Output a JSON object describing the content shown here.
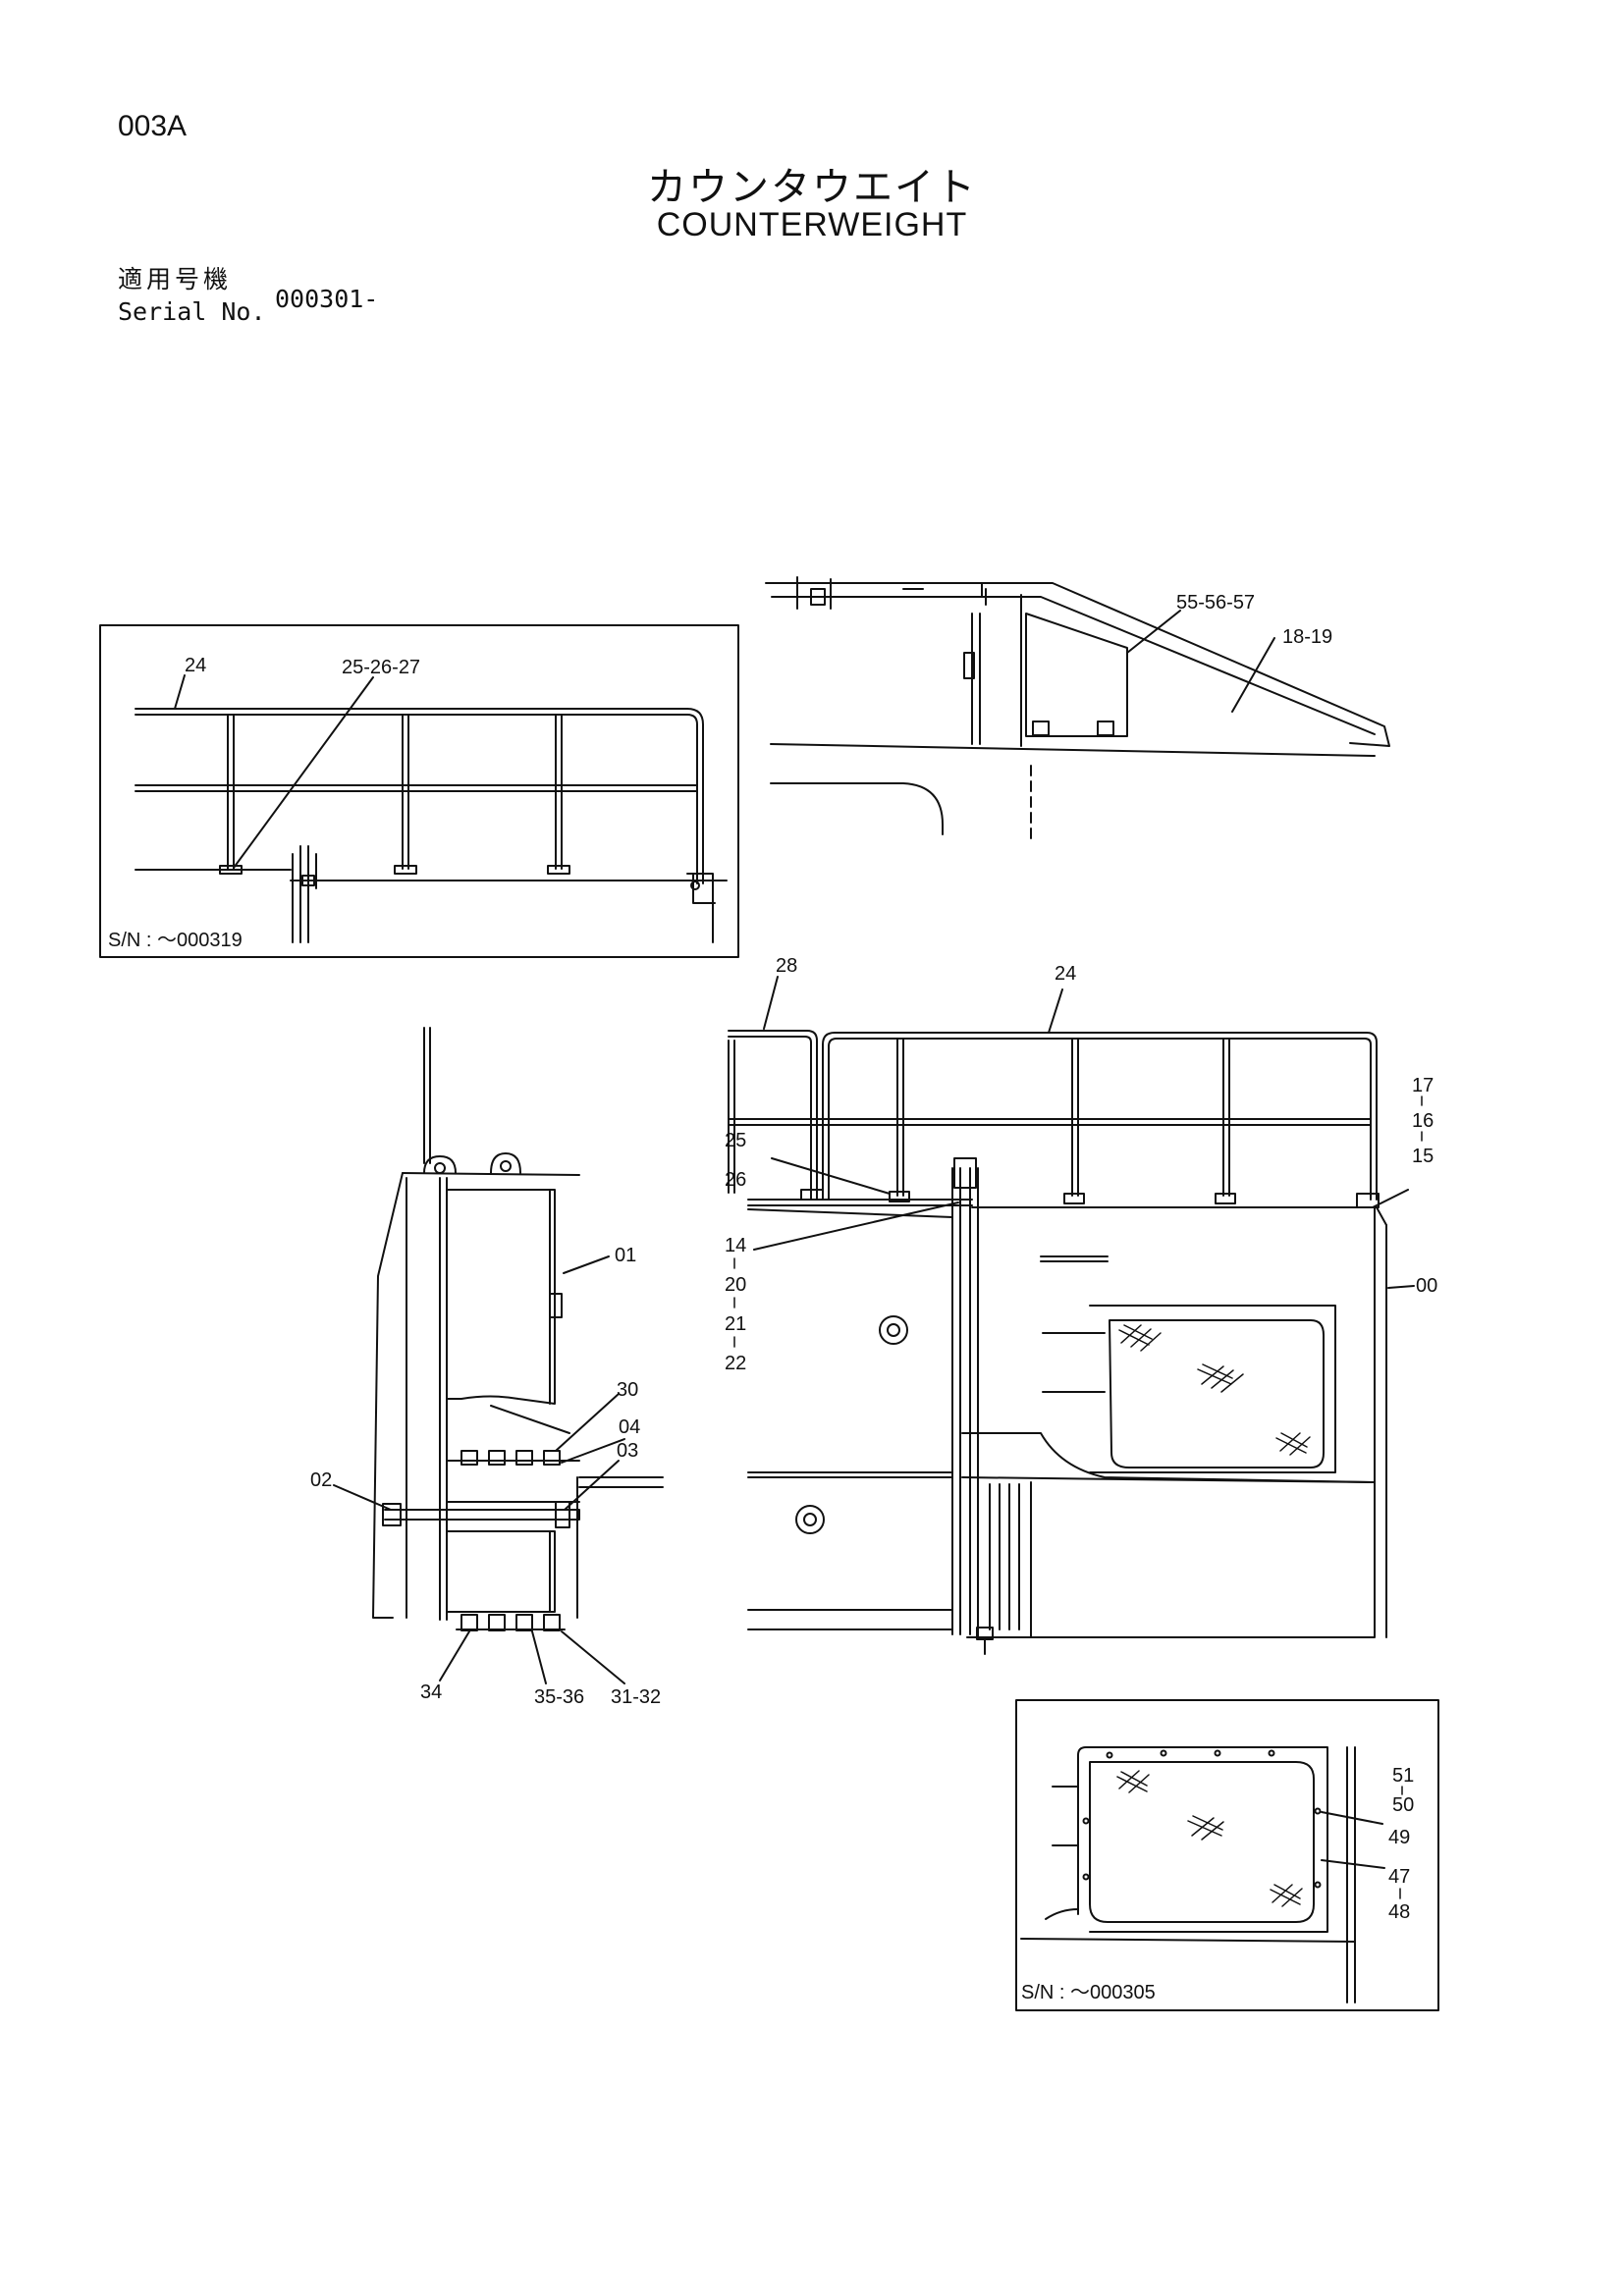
{
  "header": {
    "page_code": "003A",
    "title_ja": "カウンタウエイト",
    "title_en": "COUNTERWEIGHT",
    "serial_label_ja": "適用号機",
    "serial_label_en": "Serial No.",
    "serial_value": "000301-"
  },
  "inset_railing": {
    "sn_note": "S/N : ～000319",
    "callouts": [
      "24",
      "25-26-27"
    ]
  },
  "top_view": {
    "callouts": [
      "55-56-57",
      "18-19"
    ]
  },
  "side_view": {
    "callouts": [
      "01",
      "30",
      "04",
      "03",
      "02",
      "34",
      "35-36",
      "31-32"
    ]
  },
  "main_view": {
    "callouts": [
      "28",
      "24",
      "17",
      "16",
      "15",
      "25",
      "26",
      "14",
      "20",
      "21",
      "22",
      "00"
    ]
  },
  "inset_cover": {
    "sn_note": "S/N : ～000305",
    "callouts": [
      "51",
      "50",
      "49",
      "47",
      "48"
    ]
  }
}
